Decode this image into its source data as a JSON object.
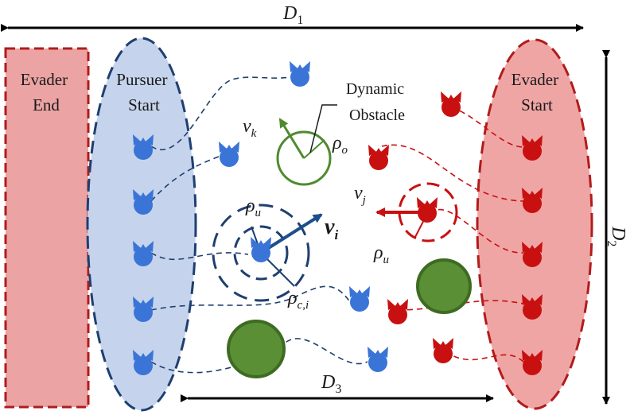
{
  "dimensions": {
    "d1": "D",
    "d1_sub": "1",
    "d2": "D",
    "d2_sub": "2",
    "d3": "D",
    "d3_sub": "3"
  },
  "regions": {
    "evader_end": [
      "Evader",
      "End"
    ],
    "pursuer_start": [
      "Pursuer",
      "Start"
    ],
    "evader_start": [
      "Evader",
      "Start"
    ]
  },
  "obstacle": {
    "title": [
      "Dynamic",
      "Obstacle"
    ]
  },
  "symbols": {
    "v_k": "v",
    "v_k_sub": "k",
    "rho_o": "ρ",
    "rho_o_sub": "o",
    "rho_u_left": "ρ",
    "rho_u_left_sub": "u",
    "v_i": "v",
    "v_i_sub": "i",
    "rho_ci": "ρ",
    "rho_ci_sub": "c,i",
    "v_j": "v",
    "v_j_sub": "j",
    "rho_u_right": "ρ",
    "rho_u_right_sub": "u"
  },
  "colors": {
    "pursuer": "#3a74d6",
    "pursuer_dark": "#1f4e8c",
    "evader": "#c81010",
    "evader_dark": "#b01c1c",
    "obstacle_green": "#4f8a2f",
    "evader_end_fill": "#eba3a3",
    "pursuer_start_fill": "#c5d4ec",
    "evader_start_fill": "#f0a5a5"
  },
  "icons": {
    "pursuer_agent": "blue-cat-agent-icon",
    "evader_agent": "red-cat-agent-icon"
  }
}
